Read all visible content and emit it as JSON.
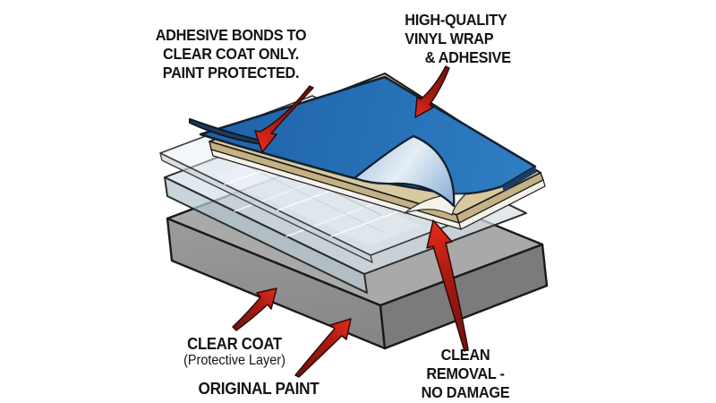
{
  "diagram": {
    "type": "layered-isometric-exploded",
    "subject": "vinyl wrap paint protection layer diagram",
    "layers": [
      {
        "id": "vinyl-wrap",
        "name": "High-quality vinyl wrap & adhesive"
      },
      {
        "id": "adhesive",
        "name": "Adhesive (bonds to clear coat only)"
      },
      {
        "id": "clear-coat",
        "name": "Clear coat (protective layer)"
      },
      {
        "id": "original-paint",
        "name": "Original paint"
      }
    ]
  },
  "labels": {
    "adhesive_bonds": {
      "lines": [
        "ADHESIVE BONDS TO",
        "CLEAR COAT ONLY.",
        "PAINT PROTECTED."
      ]
    },
    "vinyl_wrap": {
      "lines": [
        "HIGH-QUALITY",
        "VINYL WRAP",
        "& ADHESIVE"
      ]
    },
    "clear_coat": {
      "title": "CLEAR COAT",
      "subtitle": "(Protective Layer)"
    },
    "original_paint": {
      "title": "ORIGINAL PAINT"
    },
    "clean_removal": {
      "lines": [
        "CLEAN",
        "REMOVAL -",
        "NO DAMAGE"
      ]
    }
  },
  "colors": {
    "background": "#ffffff",
    "text": "#141414",
    "outline": "#1a1a1a",
    "vinyl_blue": "#2471b9",
    "vinyl_underside_light": "#dfeaf4",
    "vinyl_underside_mid": "#7fa6cf",
    "vinyl_edge_navy": "#1c3c63",
    "adhesive_tan": "#d8c9a0",
    "adhesive_edge": "#c4b184",
    "liner_white": "#f4f2ea",
    "clear_coat_fill": "#d6e0e8",
    "clear_sheet_fill": "#e8f0f6",
    "paint_top": "#a9a9a9",
    "paint_front": "#8f8f8f",
    "paint_side": "#7b7b7b",
    "arrow_red": "#e82a1a",
    "arrow_dark_red": "#701310"
  }
}
